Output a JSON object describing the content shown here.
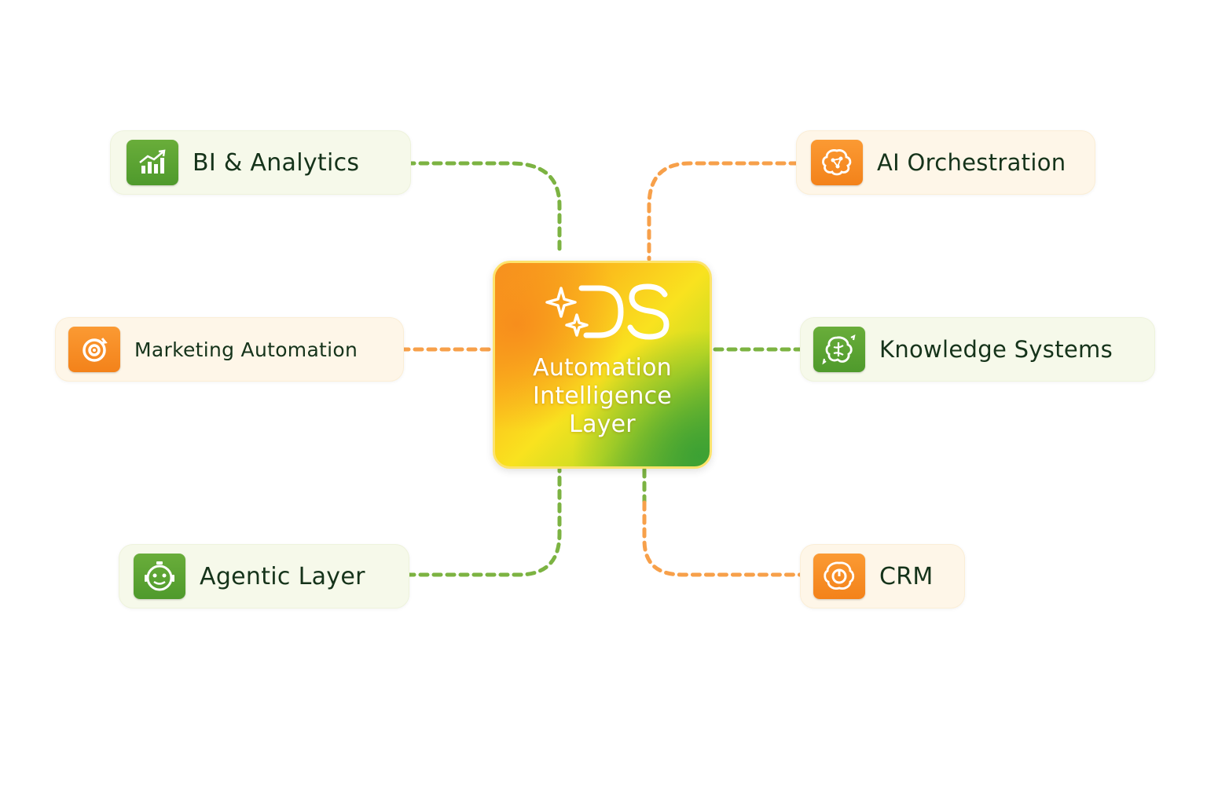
{
  "hub": {
    "logo_text": "DS",
    "title_lines": [
      "Automation",
      "Intelligence",
      "Layer"
    ]
  },
  "colors": {
    "green": "#7cb342",
    "orange": "#f7a04a",
    "label_text": "#15331a"
  },
  "nodes": [
    {
      "id": "bi",
      "label": "BI & Analytics",
      "theme": "green",
      "icon": "bar-chart-growth-icon"
    },
    {
      "id": "marketing",
      "label": "Marketing Automation",
      "theme": "orange",
      "icon": "target-refresh-icon"
    },
    {
      "id": "agentic",
      "label": "Agentic Layer",
      "theme": "green",
      "icon": "robot-agent-icon"
    },
    {
      "id": "ai",
      "label": "AI Orchestration",
      "theme": "orange",
      "icon": "brain-network-icon"
    },
    {
      "id": "knowledge",
      "label": "Knowledge Systems",
      "theme": "green",
      "icon": "knowledge-brain-icon"
    },
    {
      "id": "crm",
      "label": "CRM",
      "theme": "orange",
      "icon": "crm-cycle-icon"
    }
  ]
}
